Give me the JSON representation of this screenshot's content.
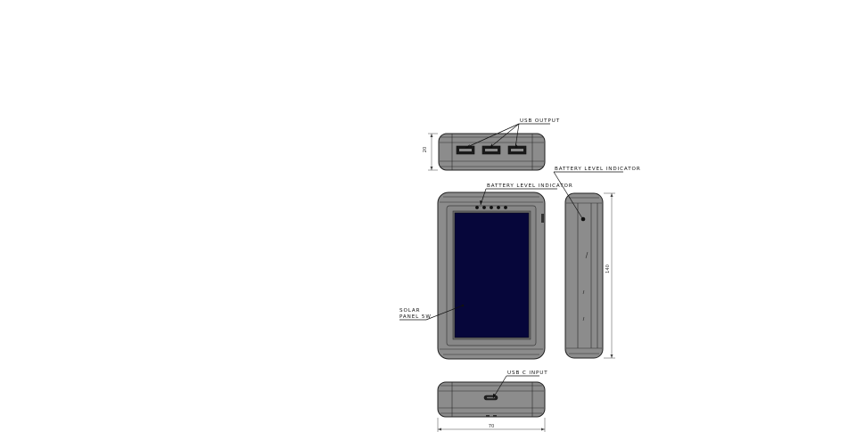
{
  "labels": {
    "usb_output": "USB OUTPUT",
    "battery_level_top": "BATTERY LEVEL INDICATOR",
    "battery_level_front": "BATTERY LEVEL INDICATOR",
    "solar_panel_line1": "SOLAR",
    "solar_panel_line2": "PANEL 5W",
    "usb_c_input": "USB C INPUT"
  },
  "dimensions": {
    "thickness": "20",
    "height": "140",
    "width": "70"
  },
  "colors": {
    "housing": "#8c8c8c",
    "solar_panel": "#06063a",
    "outline": "#222222"
  },
  "led_count": 5,
  "usb_port_count": 3
}
